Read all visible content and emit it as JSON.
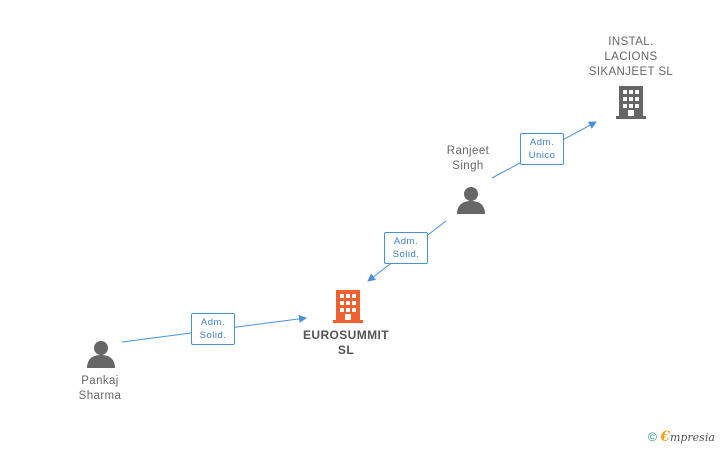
{
  "nodes": {
    "instal": {
      "label": "INSTAL.\nLACIONS\nSIKANJEET SL",
      "type": "company",
      "color": "#666666"
    },
    "ranjeet": {
      "label": "Ranjeet\nSingh",
      "type": "person",
      "color": "#666666"
    },
    "eurosummit": {
      "label": "EUROSUMMIT\nSL",
      "type": "company",
      "color": "#f06030"
    },
    "pankaj": {
      "label": "Pankaj\nSharma",
      "type": "person",
      "color": "#666666"
    }
  },
  "edges": {
    "ranjeet_instal": {
      "label": "Adm.\nUnico"
    },
    "ranjeet_eurosummit": {
      "label": "Adm.\nSolid."
    },
    "pankaj_eurosummit": {
      "label": "Adm.\nSolid."
    }
  },
  "footer": {
    "copyright": "©",
    "brand_first": "€",
    "brand_rest": "mpresia"
  },
  "colors": {
    "edge": "#4a90d9",
    "company_main": "#f06030",
    "company_other": "#666666",
    "person": "#666666"
  }
}
